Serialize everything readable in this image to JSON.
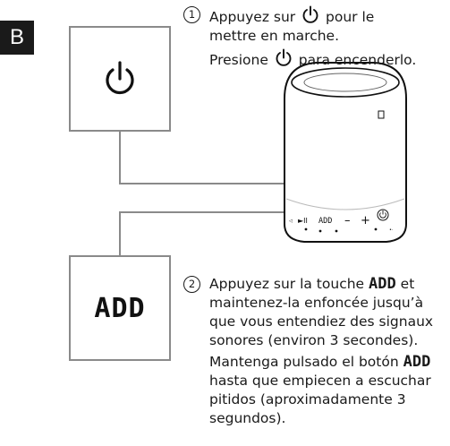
{
  "section": {
    "letter": "B"
  },
  "buttons": {
    "power": {
      "icon": "power-icon"
    },
    "add": {
      "label": "ADD"
    }
  },
  "step1": {
    "number": "1",
    "fr_line1_a": "Appuyez sur",
    "fr_line1_b": "pour le",
    "fr_line2": "mettre en marche.",
    "es_a": "Presione",
    "es_b": "para encenderlo."
  },
  "step2": {
    "number": "2",
    "fr_line1_a": "Appuyez sur la touche",
    "fr_line1_key": "ADD",
    "fr_line1_b": "et",
    "fr_line2": "maintenez-la enfoncée jusqu’à",
    "fr_line3": "que vous entendiez des signaux",
    "fr_line4": "sonores (environ 3 secondes).",
    "es_line1_a": "Mantenga pulsado el botón",
    "es_line1_key": "ADD",
    "es_line2": "hasta que empiecen a escuchar",
    "es_line3": "pitidos (aproximadamente 3",
    "es_line4": "segundos)."
  },
  "speaker": {
    "control_add": "ADD",
    "control_minus": "–",
    "control_plus": "+",
    "control_play": "►II"
  },
  "colors": {
    "box_border": "#8a8a8a",
    "line": "#8a8a8a",
    "ink": "#1a1a1a"
  }
}
